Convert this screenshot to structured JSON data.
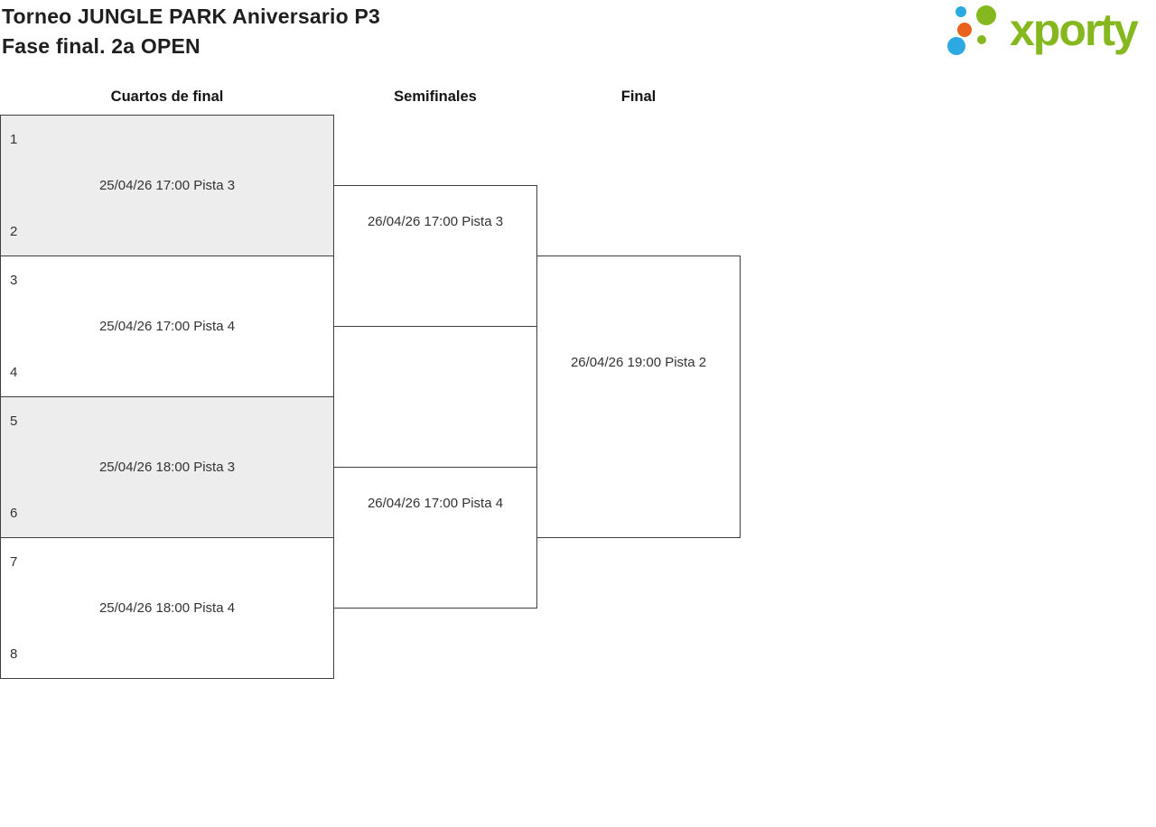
{
  "header": {
    "title": "Torneo JUNGLE PARK Aniversario P3",
    "subtitle": "Fase final. 2a OPEN"
  },
  "logo": {
    "wordmark": "xporty"
  },
  "rounds": [
    {
      "label": "Cuartos de final"
    },
    {
      "label": "Semifinales"
    },
    {
      "label": "Final"
    }
  ],
  "bracket": {
    "quarterfinals": [
      {
        "seed_top": "1",
        "seed_bottom": "2",
        "datetime": "25/04/26 17:00 Pista 3",
        "shaded": true
      },
      {
        "seed_top": "3",
        "seed_bottom": "4",
        "datetime": "25/04/26 17:00 Pista 4",
        "shaded": false
      },
      {
        "seed_top": "5",
        "seed_bottom": "6",
        "datetime": "25/04/26 18:00 Pista 3",
        "shaded": true
      },
      {
        "seed_top": "7",
        "seed_bottom": "8",
        "datetime": "25/04/26 18:00 Pista 4",
        "shaded": false
      }
    ],
    "semifinals": [
      {
        "datetime": "26/04/26 17:00 Pista 3"
      },
      {
        "datetime": "26/04/26 17:00 Pista 4"
      }
    ],
    "final": {
      "datetime": "26/04/26 19:00 Pista 2"
    }
  },
  "colors": {
    "brand_green": "#85B81F",
    "brand_blue": "#2BA9E0",
    "brand_orange": "#E8621D",
    "line": "#3F3F3F",
    "shade": "#EDEDED",
    "text": "#333333",
    "title_text": "#1F1F1F"
  }
}
